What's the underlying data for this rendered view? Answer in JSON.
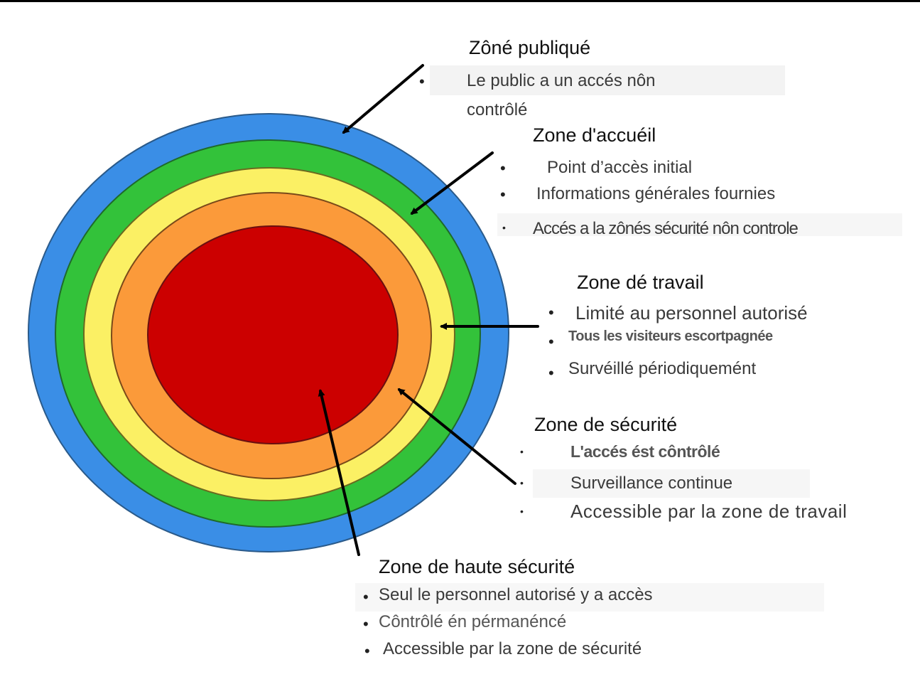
{
  "diagram": {
    "type": "concentric-zones",
    "colors": {
      "public": "#3a8ee6",
      "reception": "#33c23a",
      "work": "#fbf064",
      "security": "#fb9a3a",
      "high_security": "#cc0000",
      "ring_outline": "#2a4a6a",
      "arrow": "#000000"
    },
    "zones": [
      {
        "id": "public",
        "title": "Zôné publiqué",
        "items": [
          "Le public a un accés nôn",
          "contrôlé"
        ]
      },
      {
        "id": "reception",
        "title": "Zone d'accuéil",
        "items": [
          "Point d’accès initial",
          "Informations générales fournies",
          "Accés a la zônés sécurité nôn controle"
        ]
      },
      {
        "id": "work",
        "title": "Zone dé travail",
        "items": [
          "Limité au personnel autorisé",
          "Tous les visiteurs escortpagnée",
          "Survéillé périodiquemént"
        ]
      },
      {
        "id": "security",
        "title": "Zone de sécurité",
        "items": [
          "L'accés ést côntrôlé",
          "Surveillance continue",
          "Accessible par la zone de travail"
        ]
      },
      {
        "id": "high_security",
        "title": "Zone de haute sécurité",
        "items": [
          "Seul le personnel autorisé y a accès",
          "Côntrôlé én pérmanéncé",
          "Accessible par la zone de sécurité"
        ]
      }
    ]
  }
}
